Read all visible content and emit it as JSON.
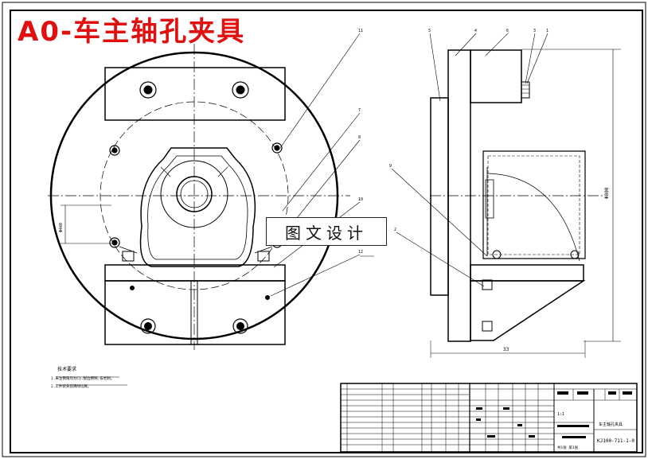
{
  "drawing": {
    "title": "A0-车主轴孔夹具",
    "watermark": "图文设计",
    "tech_requirements": {
      "heading": "技术要求",
      "lines": [
        "1.未注倒角均为C1,锐边倒钝,去毛刺。",
        "2.工件装夹前清除切屑。"
      ]
    },
    "balloons": [
      "1",
      "2",
      "3",
      "4",
      "5",
      "6",
      "7",
      "8",
      "9",
      "10",
      "11",
      "12"
    ],
    "dimensions": {
      "side_width": "33",
      "height": "Φ800",
      "front_h": "Φ440"
    },
    "title_block": {
      "drawing_no": "KJ100-711-1-0",
      "name": "车主轴孔夹具",
      "scale": "1:1",
      "sheet": "共1张 第1张"
    }
  }
}
